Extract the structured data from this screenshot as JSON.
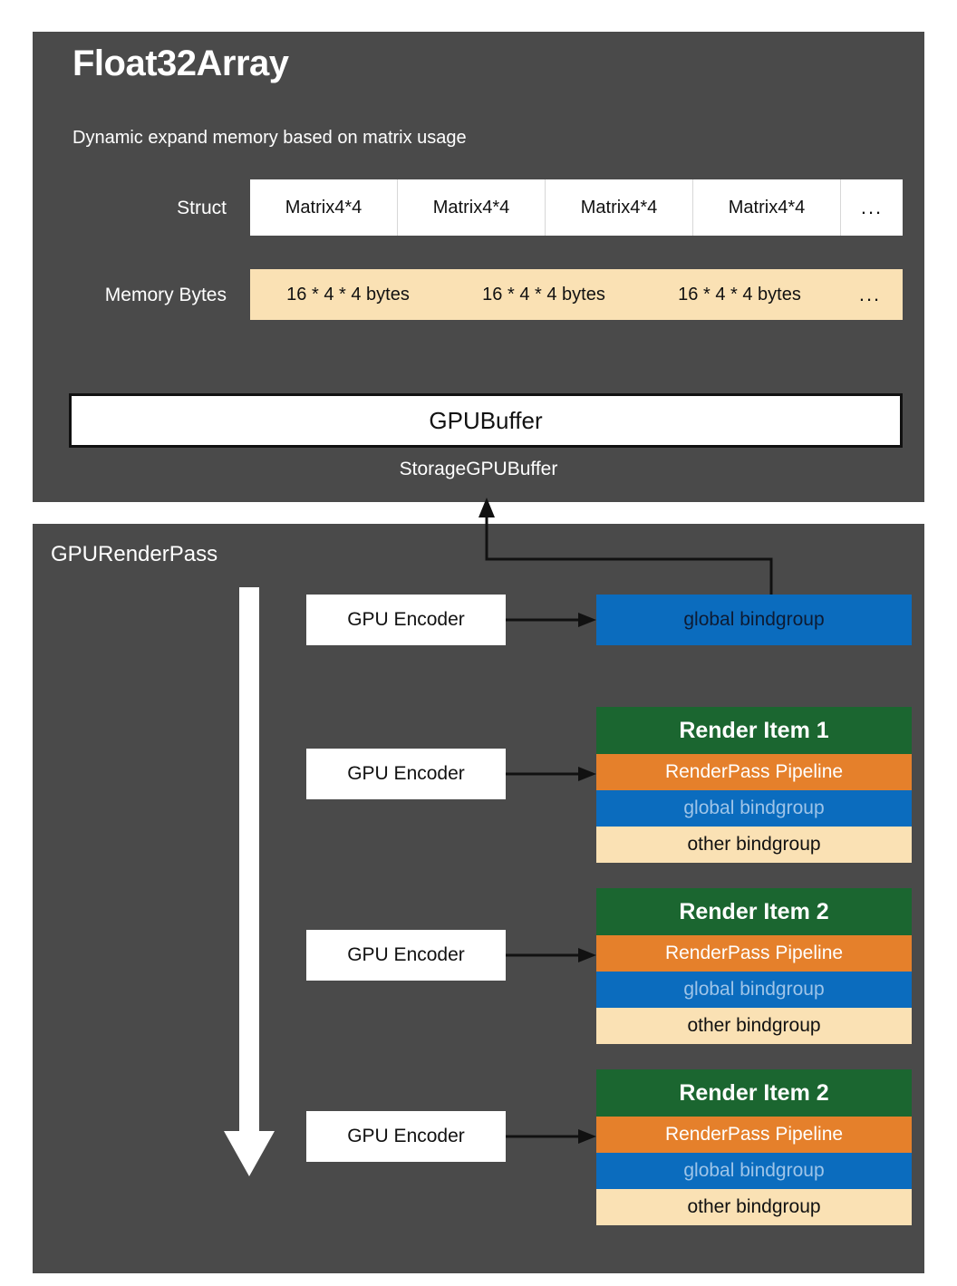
{
  "colors": {
    "panel_bg": "#4a4a4a",
    "page_bg": "#ffffff",
    "white_box": "#ffffff",
    "cream": "#fae1b4",
    "green": "#1b6630",
    "orange": "#e5802b",
    "blue": "#0b6cbe",
    "global_text_on_blue": "#9ec4e8",
    "stroke": "#111111"
  },
  "float32_panel": {
    "title": "Float32Array",
    "subtitle": "Dynamic expand memory based on matrix usage",
    "struct_row": {
      "label": "Struct",
      "cells": [
        "Matrix4*4",
        "Matrix4*4",
        "Matrix4*4",
        "Matrix4*4"
      ],
      "ellipsis": "..."
    },
    "memory_row": {
      "label": "Memory Bytes",
      "cells": [
        "16 * 4 * 4 bytes",
        "16 * 4 * 4 bytes",
        "16 * 4 * 4 bytes"
      ],
      "ellipsis": "..."
    },
    "buffer": {
      "box_label": "GPUBuffer",
      "caption": "StorageGPUBuffer"
    }
  },
  "renderpass_panel": {
    "title": "GPURenderPass",
    "encoders": [
      {
        "label": "GPU Encoder"
      },
      {
        "label": "GPU Encoder"
      },
      {
        "label": "GPU Encoder"
      },
      {
        "label": "GPU Encoder"
      }
    ],
    "standalone_bindgroup": {
      "label": "global bindgroup"
    },
    "render_items": [
      {
        "title": "Render Item 1",
        "pipeline": "RenderPass Pipeline",
        "global_bindgroup": "global bindgroup",
        "other_bindgroup": "other bindgroup"
      },
      {
        "title": "Render Item 2",
        "pipeline": "RenderPass Pipeline",
        "global_bindgroup": "global bindgroup",
        "other_bindgroup": "other bindgroup"
      },
      {
        "title": "Render Item 2",
        "pipeline": "RenderPass Pipeline",
        "global_bindgroup": "global bindgroup",
        "other_bindgroup": "other bindgroup"
      }
    ]
  }
}
